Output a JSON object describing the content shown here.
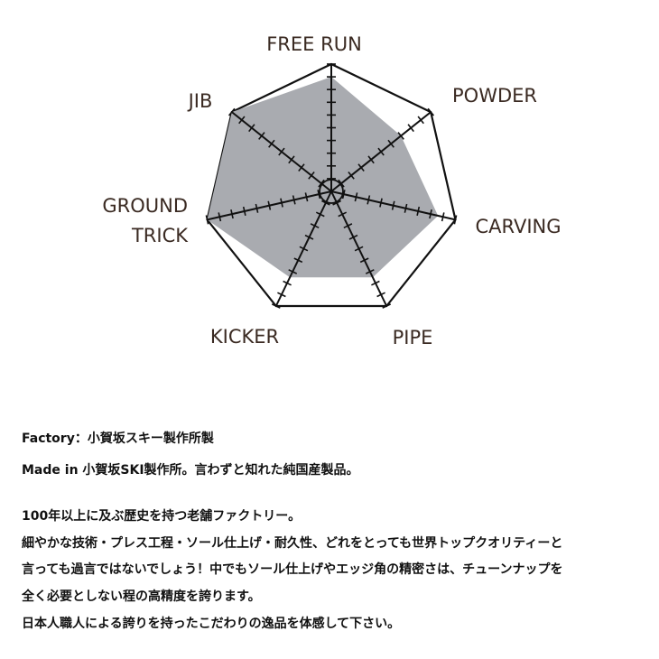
{
  "chart_data": {
    "type": "radar",
    "axes": [
      "FREE RUN",
      "POWDER",
      "CARVING",
      "PIPE",
      "KICKER",
      "GROUND TRICK",
      "JIB"
    ],
    "axis_labels": {
      "free_run": "FREE RUN",
      "powder": "POWDER",
      "carving": "CARVING",
      "pipe": "PIPE",
      "kicker": "KICKER",
      "ground_trick_1": "GROUND",
      "ground_trick_2": "TRICK",
      "jib": "JIB"
    },
    "scale_max": 10,
    "ticks_per_axis": 10,
    "values": [
      9.0,
      7.0,
      8.6,
      7.5,
      7.5,
      10.0,
      10.0
    ],
    "fill_color": "#a9abb0",
    "line_color": "#111111"
  },
  "description": {
    "factory": "Factory：小賀坂スキー製作所製",
    "made_in": "Made in 小賀坂SKI製作所。言わずと知れた純国産製品。",
    "paragraph": [
      "100年以上に及ぶ歴史を持つ老舗ファクトリー。",
      "細やかな技術・プレス工程・ソール仕上げ・耐久性、どれをとっても世界トップクオリティーと",
      "言っても過言ではないでしょう！中でもソール仕上げやエッジ角の精密さは、チューンナップを",
      "全く必要としない程の高精度を誇ります。",
      "日本人職人による誇りを持ったこだわりの逸品を体感して下さい。"
    ]
  }
}
